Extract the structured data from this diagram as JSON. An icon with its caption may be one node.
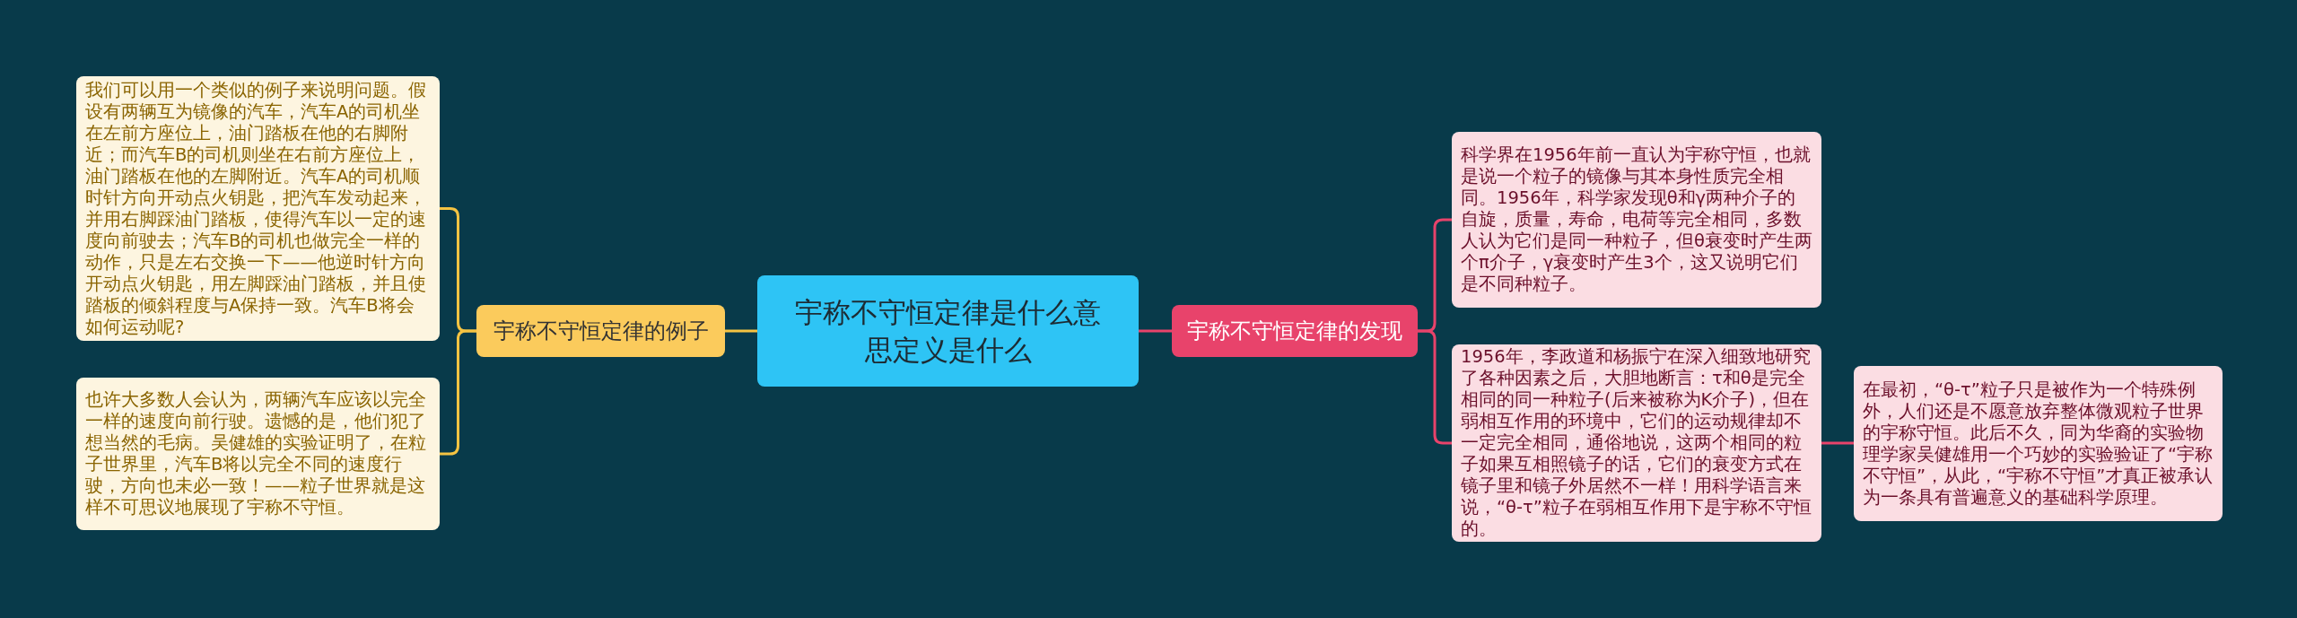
{
  "diagram": {
    "nodes": [
      {
        "text": [
          "宇称不守恒定律是什么意思定义是什么"
        ]
      },
      {
        "text": [
          "宇称不守恒定律的例子"
        ]
      },
      {
        "text": [
          "我们可以用一个类似的例子来说明问题。假设有两辆互为镜像的汽车，汽车A的司机坐在左前方座位上，油门踏板在他的右脚附近；而汽车B的司机则坐在右前方座位上，油门踏板在他的左脚附近。汽车A的司机顺时针方向开动点火钥匙，把汽车发动起来，并用右脚踩油门踏板，使得汽车以一定的速度向前驶去；汽车B的司机也做完全一样的动作，只是左右交换一下——他逆时针方向开动点火钥匙，用左脚踩油门踏板，并且使踏板的倾斜程度与A保持一致。汽车B将会如何运动呢?"
        ]
      },
      {
        "text": [
          "也许大多数人会认为，两辆汽车应该以完全一样的速度向前行驶。遗憾的是，他们犯了想当然的毛病。吴健雄的实验证明了，在粒子世界里，汽车B将以完全不同的速度行驶，方向也未必一致！——粒子世界就是这样不可思议地展现了宇称不守恒。"
        ]
      },
      {
        "text": [
          "宇称不守恒定律的发现"
        ]
      },
      {
        "text": [
          "科学界在1956年前一直认为宇称守恒，也就是说一个粒子的镜像与其本身性质完全相同。1956年，科学家发现θ和γ两种介子的自旋，质量，寿命，电荷等完全相同，多数人认为它们是同一种粒子，但θ衰变时产生两个π介子，γ衰变时产生3个，这又说明它们是不同种粒子。"
        ]
      },
      {
        "text": [
          "1956年，李政道和杨振宁在深入细致地研究了各种因素之后，大胆地断言：τ和θ是完全相同的同一种粒子(后来被称为K介子)，但在弱相互作用的环境中，它们的运动规律却不一定完全相同，通俗地说，这两个相同的粒子如果互相照镜子的话，它们的衰变方式在镜子里和镜子外居然不一样！用科学语言来说，“θ-τ”粒子在弱相互作用下是宇称不守恒的。"
        ]
      },
      {
        "text": [
          "在最初，“θ-τ”粒子只是被作为一个特殊例外，人们还是不愿意放弃整体微观粒子世界的宇称守恒。此后不久，同为华裔的实验物理学家吴健雄用一个巧妙的实验验证了“宇称不守恒”，从此，“宇称不守恒”才真正被承认为一条具有普遍意义的基础科学原理。"
        ]
      }
    ],
    "edges": [
      {
        "from": 0,
        "to": 1,
        "arrow": "none",
        "color": "#f5c342"
      },
      {
        "from": 1,
        "to": 2,
        "arrow": "none",
        "color": "#f5c342"
      },
      {
        "from": 1,
        "to": 3,
        "arrow": "none",
        "color": "#f5c342"
      },
      {
        "from": 0,
        "to": 4,
        "arrow": "none",
        "color": "#e8436b"
      },
      {
        "from": 4,
        "to": 5,
        "arrow": "none",
        "color": "#e8436b"
      },
      {
        "from": 4,
        "to": 6,
        "arrow": "none",
        "color": "#e8436b"
      },
      {
        "from": 6,
        "to": 7,
        "arrow": "none",
        "color": "#e8436b"
      }
    ]
  }
}
